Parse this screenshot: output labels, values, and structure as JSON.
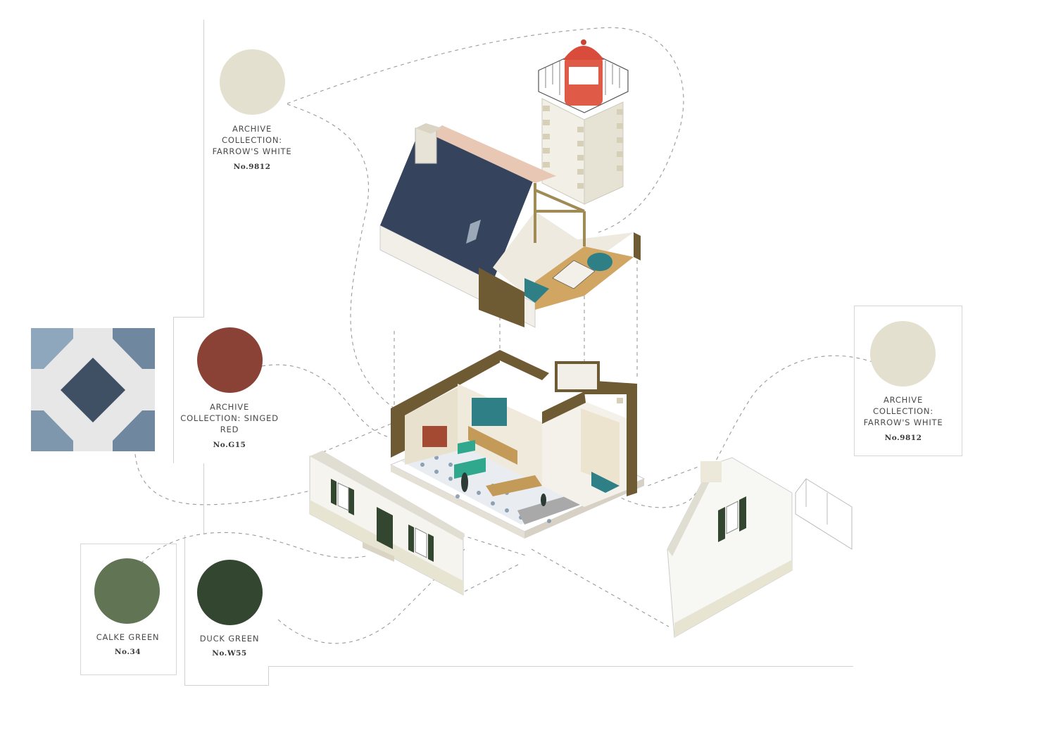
{
  "colors": {
    "farrows_white": "#e4e0d0",
    "singed_red": "#8a4236",
    "calke_green": "#617555",
    "duck_green": "#33462f",
    "roof_slate": "#35445c",
    "lantern_red": "#e05a48",
    "wood_floor": "#d1a562",
    "timber_frame": "#6e5a33",
    "teal": "#2f7f87"
  },
  "swatches": {
    "top": {
      "name": "ARCHIVE COLLECTION: FARROW'S WHITE",
      "line1": "ARCHIVE",
      "line2": "COLLECTION:",
      "line3": "FARROW'S WHITE",
      "code": "No.9812"
    },
    "red": {
      "line1": "ARCHIVE",
      "line2": "COLLECTION: SINGED",
      "line3": "RED",
      "code": "No.G15"
    },
    "right": {
      "line1": "ARCHIVE",
      "line2": "COLLECTION:",
      "line3": "FARROW'S WHITE",
      "code": "No.9812"
    },
    "calke": {
      "line1": "CALKE GREEN",
      "code": "No.34"
    },
    "duck": {
      "line1": "DUCK GREEN",
      "code": "No.W55"
    }
  },
  "tile": {
    "icon": "cement-tile-pattern",
    "colors": [
      "#8ea7bc",
      "#3f5064",
      "#e7e7e7",
      "#6f88a0"
    ]
  }
}
